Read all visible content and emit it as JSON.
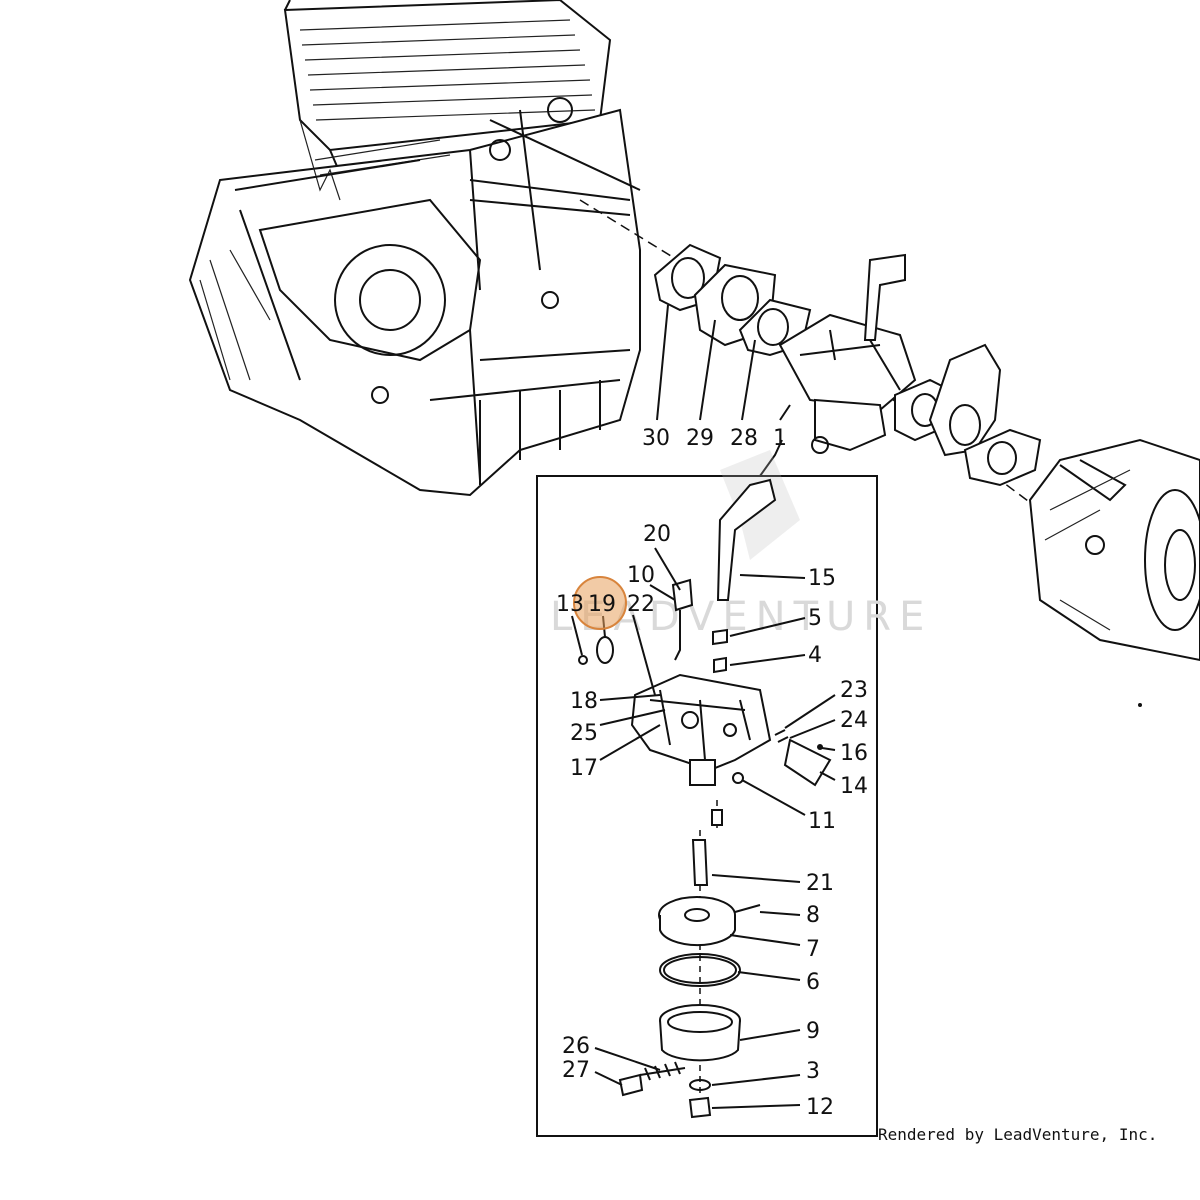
{
  "watermark": "LEADVENTURE",
  "credit": "Rendered by LeadVenture, Inc.",
  "highlight": {
    "part": "19",
    "color": "#e8a05c"
  },
  "callouts": {
    "c1": "1",
    "c3": "3",
    "c4": "4",
    "c5": "5",
    "c6": "6",
    "c7": "7",
    "c8": "8",
    "c9": "9",
    "c10": "10",
    "c11": "11",
    "c12": "12",
    "c13": "13",
    "c14": "14",
    "c15": "15",
    "c16": "16",
    "c17": "17",
    "c18": "18",
    "c19": "19",
    "c20": "20",
    "c21": "21",
    "c22": "22",
    "c23": "23",
    "c24": "24",
    "c25": "25",
    "c26": "26",
    "c27": "27",
    "c28": "28",
    "c29": "29",
    "c30": "30"
  }
}
